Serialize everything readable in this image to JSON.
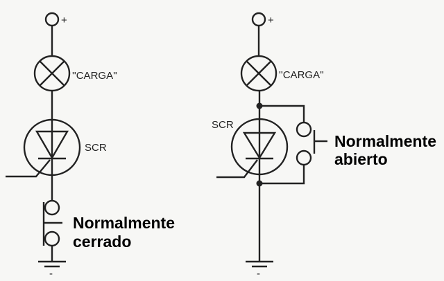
{
  "left_circuit": {
    "plus": "+",
    "load_label": "''CARGA''",
    "scr_label": "SCR",
    "switch_label_line1": "Normalmente",
    "switch_label_line2": "cerrado",
    "minus": "-"
  },
  "right_circuit": {
    "plus": "+",
    "load_label": "''CARGA''",
    "scr_label": "SCR",
    "switch_label_line1": "Normalmente",
    "switch_label_line2": "abierto",
    "minus": "-"
  }
}
